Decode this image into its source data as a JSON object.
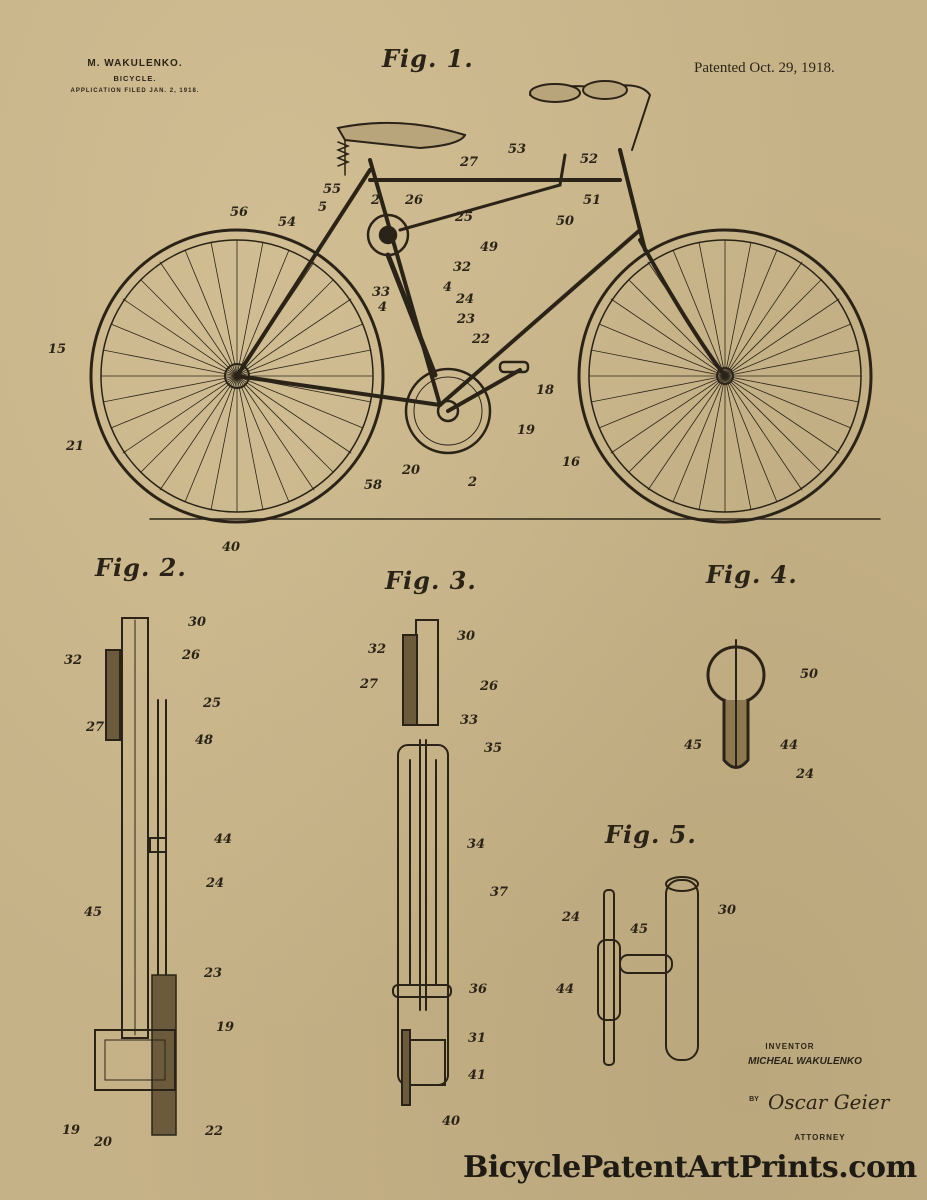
{
  "header": {
    "inventor_name": "M. WAKULENKO.",
    "title": "BICYCLE.",
    "application": "APPLICATION FILED JAN. 2, 1918.",
    "patented": "Patented Oct. 29, 1918."
  },
  "figures": {
    "fig1": {
      "title": "Fig. 1.",
      "labels": [
        "53",
        "52",
        "27",
        "55",
        "2",
        "26",
        "5",
        "25",
        "51",
        "50",
        "49",
        "56",
        "54",
        "32",
        "33",
        "4",
        "4",
        "24",
        "23",
        "22",
        "15",
        "18",
        "19",
        "21",
        "20",
        "2",
        "58",
        "16",
        "40"
      ]
    },
    "fig2": {
      "title": "Fig. 2.",
      "labels": [
        "30",
        "32",
        "26",
        "25",
        "27",
        "48",
        "44",
        "45",
        "24",
        "23",
        "19",
        "19",
        "20",
        "22"
      ]
    },
    "fig3": {
      "title": "Fig. 3.",
      "labels": [
        "30",
        "32",
        "27",
        "26",
        "33",
        "35",
        "34",
        "37",
        "36",
        "31",
        "41",
        "40"
      ]
    },
    "fig4": {
      "title": "Fig. 4.",
      "labels": [
        "50",
        "45",
        "44",
        "24"
      ]
    },
    "fig5": {
      "title": "Fig. 5.",
      "labels": [
        "24",
        "45",
        "30",
        "44"
      ]
    }
  },
  "footer": {
    "inventor_label": "INVENTOR",
    "inventor_full": "MICHEAL WAKULENKO",
    "by": "BY",
    "signature": "Oscar Geier",
    "attorney_label": "ATTORNEY",
    "website": "BicyclePatentArtPrints.com"
  },
  "colors": {
    "paper": "#c6b287",
    "ink": "#2a2418"
  }
}
